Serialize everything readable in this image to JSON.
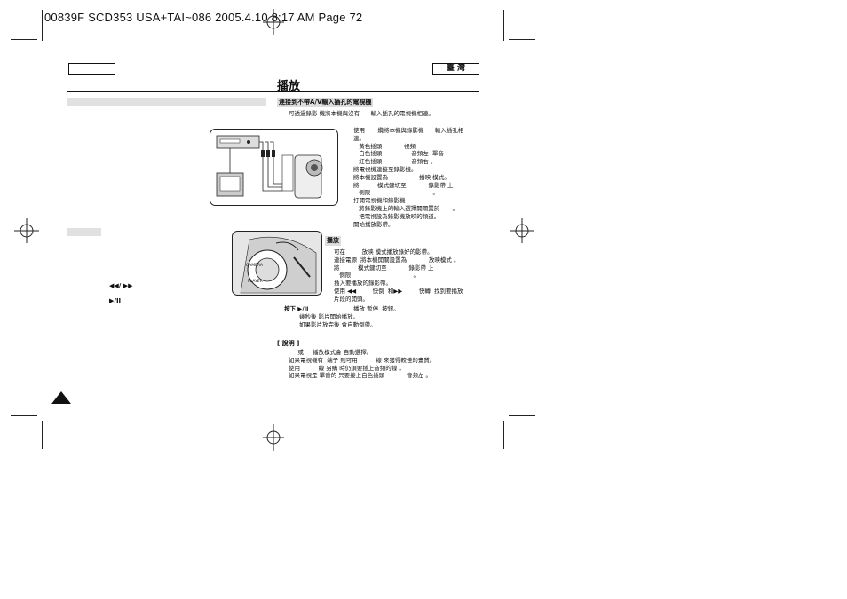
{
  "print_header": "00839F SCD353 USA+TAI~086  2005.4.10  8:17 AM  Page 72",
  "right_tag": "臺  灣",
  "section_title": "播放",
  "subheads": {
    "connect": "連接到不帶A/V輸入插孔的電視機",
    "playback": "播放",
    "notes": "[ 說明 ]"
  },
  "connect_intro": "可透過錄影 機將本機與沒有      輸入插孔的電視機相連。",
  "connect_steps": [
    "使用       纜將本機與錄影機      輸入插孔相",
    "連。",
    "   黃色插頭            視頻",
    "   白色插頭                音頻左  單音",
    "   紅色插頭                音頻右 。",
    "將電視機連接至錄影機。",
    "將本機設置為                 播映 模式。",
    "將          模式鍵切至            錄影帶 上",
    "   側限                                  。",
    "打開電視機和錄影機",
    "   將錄影機上的輸入選擇開關置於       。",
    "   把電視設為錄影機放映的頻道。",
    "開始播放影帶。"
  ],
  "playback_steps": [
    "可在         放映 模式播放錄好的影帶。",
    "連接電源  將本機開關設置為            放映模式 。",
    "將          模式鍵切至            錄影帶 上",
    "   側限                                  。",
    "插入要播放的錄影帶。",
    "使用 ◀◀         快倒  和▶▶         快轉  找到要播放",
    "片段的開頭。"
  ],
  "press_step": {
    "prefix": "按下 ▶/II",
    "text": "播放 暫停  按鈕。"
  },
  "press_sub": [
    "幾秒後 影片開始播放。",
    "如果影片放完後 會自動倒帶。"
  ],
  "notes": [
    "     或     播放模式會 自動選擇。",
    "如果電視機有  端子 則可用          線 來獲得較佳的畫質。",
    "使用          線 另購 時仍須要插上音頻的線 。",
    "如果電視是 單音的 只要接上白色插頭            音頻左 。"
  ],
  "left_buttons": {
    "rew_ff": "◀◀/ ▶▶",
    "play_pause": "▶/II"
  },
  "dial_labels": {
    "camera": "CAMERA",
    "player": "PLAYER"
  },
  "page_number": ""
}
